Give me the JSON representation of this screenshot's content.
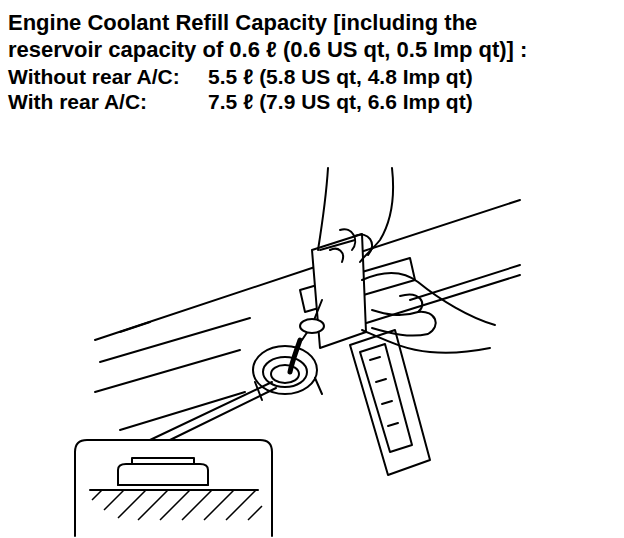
{
  "diagram": {
    "title": "Engine Coolant Refill Capacity [including the reservoir capacity of 0.6 ℓ (0.6 US qt, 0.5 Imp qt)] :",
    "labels": [
      "Without rear A/C:",
      "5.5 ℓ (5.8 US qt, 4.8 Imp qt)",
      "With rear A/C:",
      "7.5 ℓ (7.9 US qt, 6.6 Imp qt)"
    ]
  }
}
